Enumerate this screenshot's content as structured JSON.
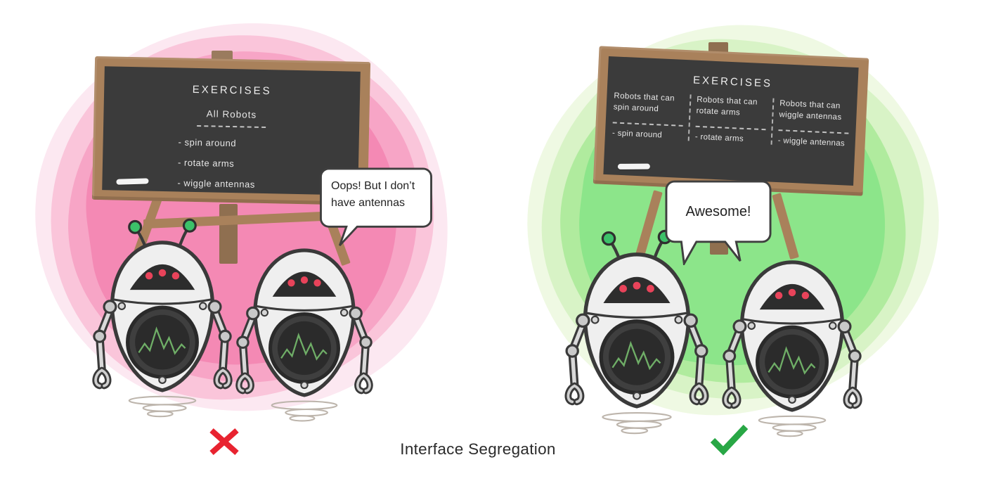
{
  "label": {
    "text": "Interface Segregation"
  },
  "left_scene": {
    "board": {
      "title": "EXERCISES",
      "subtitle": "All Robots",
      "items": [
        "- spin around",
        "- rotate arms",
        "- wiggle antennas"
      ]
    },
    "bubble": {
      "text": "Oops! But I don’t have antennas"
    },
    "verdict": "cross"
  },
  "right_scene": {
    "board": {
      "title": "EXERCISES",
      "columns": [
        {
          "header": "Robots that can spin around",
          "item": "- spin around"
        },
        {
          "header": "Robots that can rotate arms",
          "item": "- rotate arms"
        },
        {
          "header": "Robots that can wiggle antennas",
          "item": "- wiggle antennas"
        }
      ]
    },
    "bubble": {
      "text": "Awesome!"
    },
    "verdict": "check"
  },
  "colors": {
    "cross_red": "#e82330",
    "check_green": "#28a745",
    "pink_core": "#f489b4",
    "green_core": "#8ce58a",
    "board_bg": "#3b3b3b",
    "wood": "#a9815b",
    "chalk": "#e9e9e9"
  }
}
